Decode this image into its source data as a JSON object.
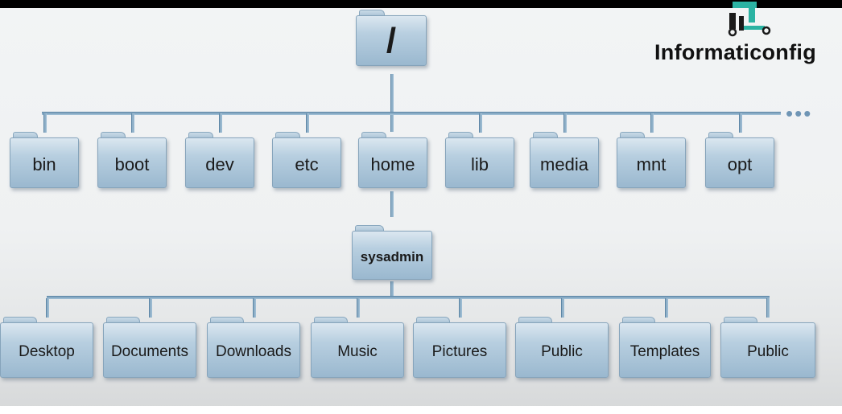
{
  "root": {
    "label": "/"
  },
  "top_level": [
    "bin",
    "boot",
    "dev",
    "etc",
    "home",
    "lib",
    "media",
    "mnt",
    "opt"
  ],
  "more_indicator": "•••",
  "home_child": {
    "label": "sysadmin"
  },
  "user_dirs": [
    "Desktop",
    "Documents",
    "Downloads",
    "Music",
    "Pictures",
    "Public",
    "Templates",
    "Public"
  ],
  "logo": {
    "text": "Informaticonfig",
    "icon": "circuit-logo-icon"
  },
  "colors": {
    "folder": "#aec8db",
    "line": "#87aac4",
    "logo_icon": "#2bb3a3"
  }
}
